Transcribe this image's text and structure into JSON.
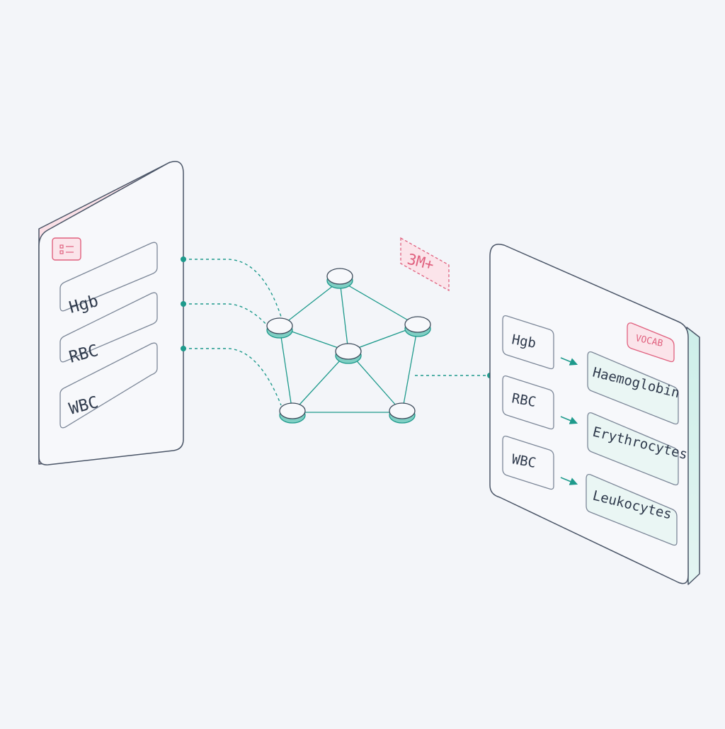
{
  "colors": {
    "background": "#f3f5f9",
    "panel_fill": "#f7f8fb",
    "panel_stroke": "#4a5567",
    "teal": "#1e9a8c",
    "teal_light": "#bfe6e0",
    "pink": "#e0607e",
    "pink_light": "#fbe4ea",
    "text": "#2f3a4c"
  },
  "source_panel": {
    "icon": "list-icon",
    "terms": [
      "Hgb",
      "RBC",
      "WBC"
    ]
  },
  "graph": {
    "badge": "3M+"
  },
  "target_panel": {
    "badge": "VOCAB",
    "mappings": [
      {
        "source": "Hgb",
        "target": "Haemoglobin"
      },
      {
        "source": "RBC",
        "target": "Erythrocytes"
      },
      {
        "source": "WBC",
        "target": "Leukocytes"
      }
    ]
  }
}
